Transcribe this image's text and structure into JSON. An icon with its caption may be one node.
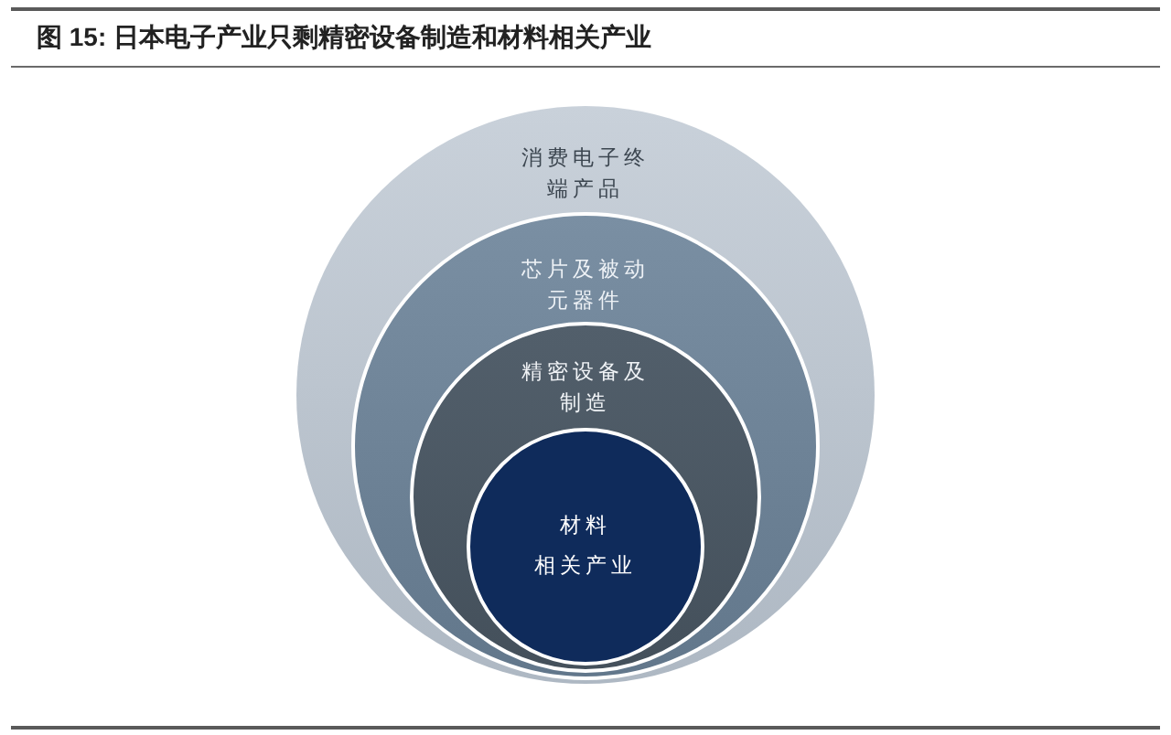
{
  "diagram": {
    "title": "图 15: 日本电子产业只剩精密设备制造和材料相关产业",
    "nodes": [
      {
        "text": [
          "消费电子终端产品"
        ]
      },
      {
        "text": [
          "芯片及被动元器件"
        ],
        "in": 0
      },
      {
        "text": [
          "精密设备及制造"
        ],
        "in": 1
      },
      {
        "text": [
          "材料相关产业"
        ],
        "in": 2
      }
    ]
  }
}
